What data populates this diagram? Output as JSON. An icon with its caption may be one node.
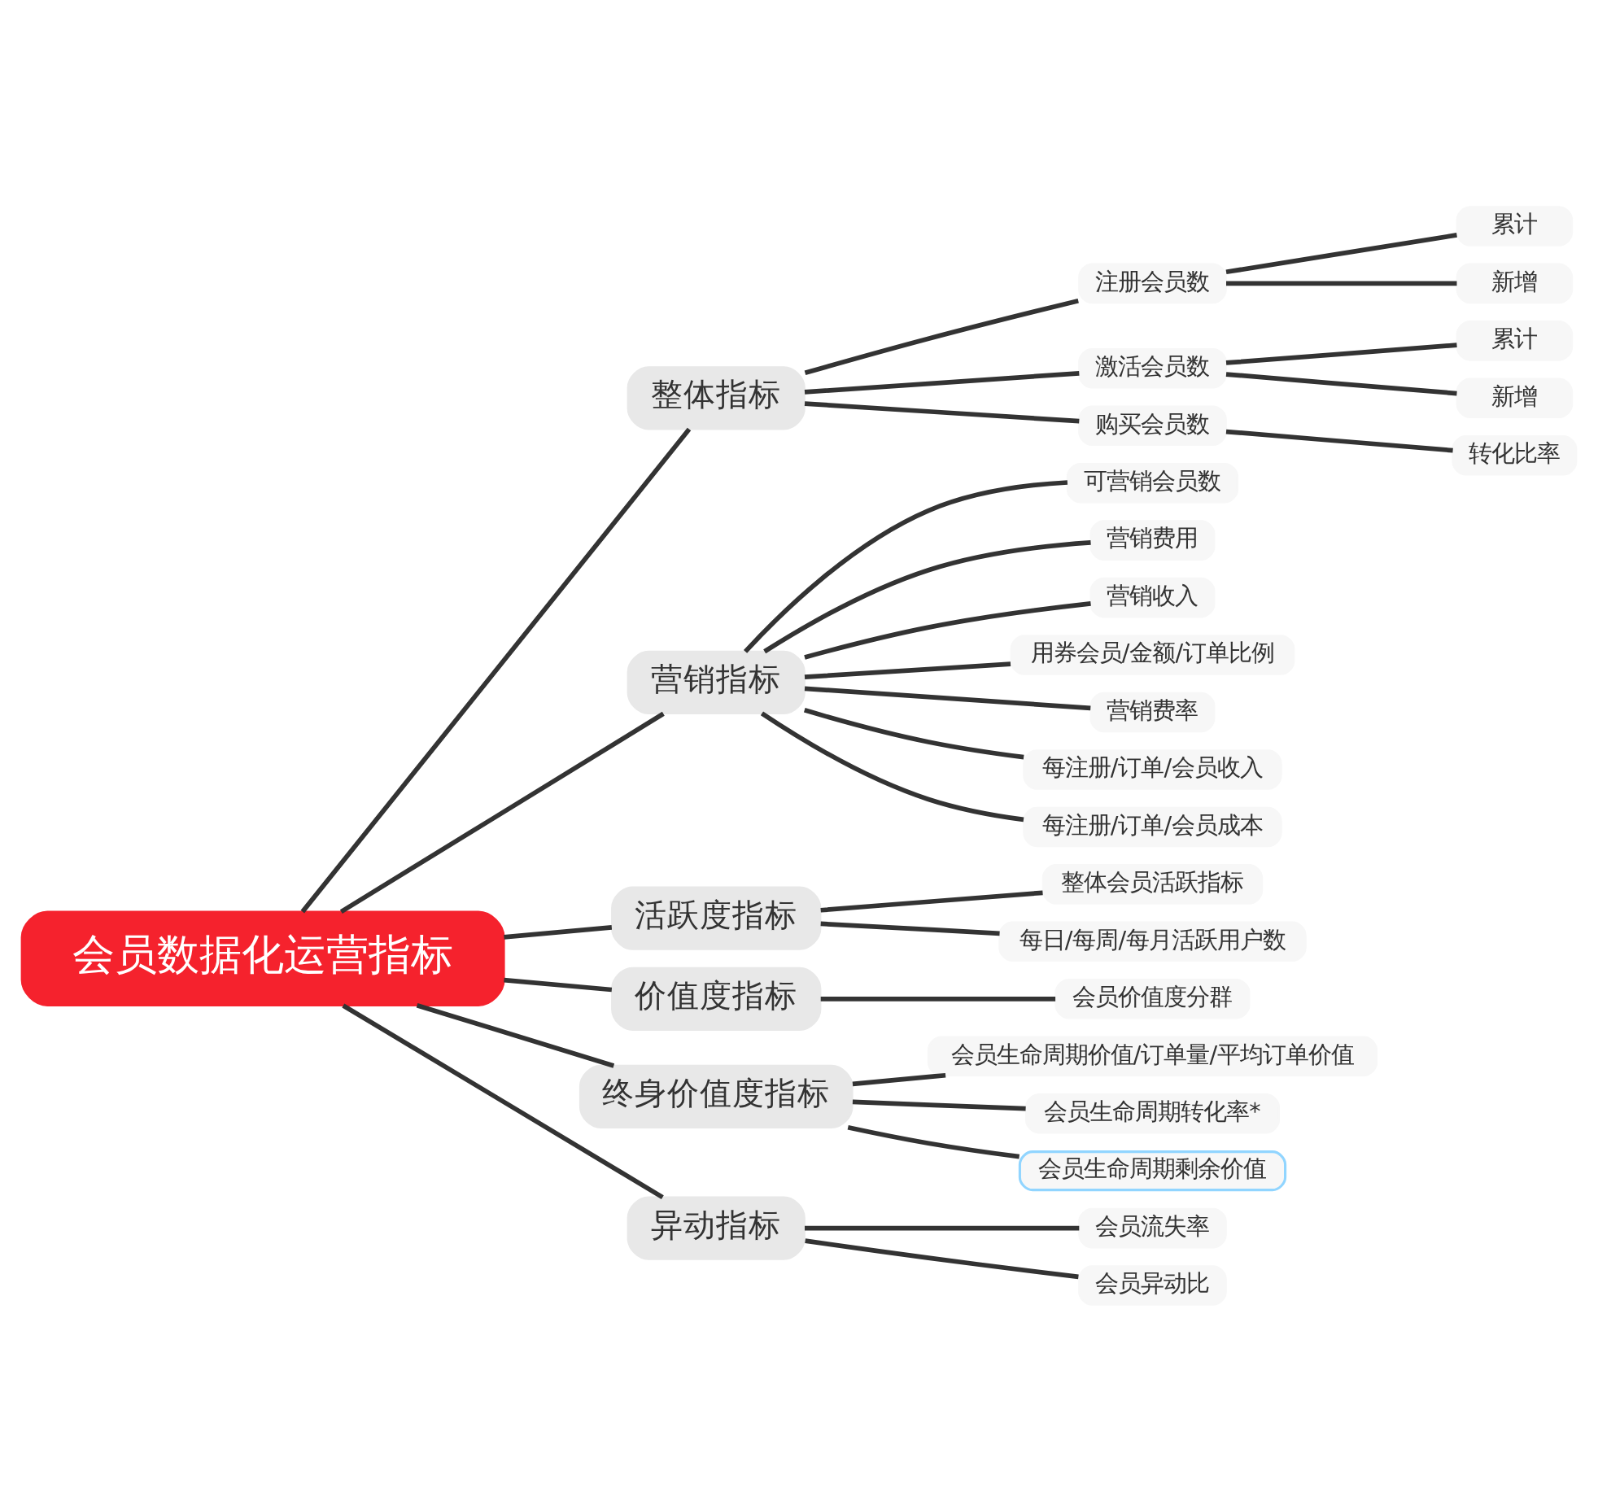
{
  "diagram": {
    "nodes": [
      {
        "text": [
          "会员数据化运营指标"
        ]
      },
      {
        "text": [
          "整体指标"
        ]
      },
      {
        "text": [
          "注册会员数"
        ]
      },
      {
        "text": [
          "累计"
        ]
      },
      {
        "text": [
          "新增"
        ]
      },
      {
        "text": [
          "激活会员数"
        ]
      },
      {
        "text": [
          "累计"
        ]
      },
      {
        "text": [
          "新增"
        ]
      },
      {
        "text": [
          "购买会员数"
        ]
      },
      {
        "text": [
          "转化比率"
        ]
      },
      {
        "text": [
          "营销指标"
        ]
      },
      {
        "text": [
          "可营销会员数"
        ]
      },
      {
        "text": [
          "营销费用"
        ]
      },
      {
        "text": [
          "营销收入"
        ]
      },
      {
        "text": [
          "用券会员/金额/订单比例"
        ]
      },
      {
        "text": [
          "营销费率"
        ]
      },
      {
        "text": [
          "每注册/订单/会员收入"
        ]
      },
      {
        "text": [
          "每注册/订单/会员成本"
        ]
      },
      {
        "text": [
          "活跃度指标"
        ]
      },
      {
        "text": [
          "整体会员活跃指标"
        ]
      },
      {
        "text": [
          "每日/每周/每月活跃用户数"
        ]
      },
      {
        "text": [
          "价值度指标"
        ]
      },
      {
        "text": [
          "会员价值度分群"
        ]
      },
      {
        "text": [
          "终身价值度指标"
        ]
      },
      {
        "text": [
          "会员生命周期价值/订单量/平均订单价值"
        ]
      },
      {
        "text": [
          "会员生命周期转化率*"
        ]
      },
      {
        "text": [
          "会员生命周期剩余价值"
        ]
      },
      {
        "text": [
          "异动指标"
        ]
      },
      {
        "text": [
          "会员流失率"
        ]
      },
      {
        "text": [
          "会员异动比"
        ]
      }
    ],
    "edges": [
      {
        "from": 0,
        "to": 1,
        "arrow": "none"
      },
      {
        "from": 1,
        "to": 2,
        "arrow": "none"
      },
      {
        "from": 2,
        "to": 3,
        "arrow": "none"
      },
      {
        "from": 2,
        "to": 4,
        "arrow": "none"
      },
      {
        "from": 1,
        "to": 5,
        "arrow": "none"
      },
      {
        "from": 5,
        "to": 6,
        "arrow": "none"
      },
      {
        "from": 5,
        "to": 7,
        "arrow": "none"
      },
      {
        "from": 1,
        "to": 8,
        "arrow": "none"
      },
      {
        "from": 8,
        "to": 9,
        "arrow": "none"
      },
      {
        "from": 0,
        "to": 10,
        "arrow": "none"
      },
      {
        "from": 10,
        "to": 11,
        "arrow": "none"
      },
      {
        "from": 10,
        "to": 12,
        "arrow": "none"
      },
      {
        "from": 10,
        "to": 13,
        "arrow": "none"
      },
      {
        "from": 10,
        "to": 14,
        "arrow": "none"
      },
      {
        "from": 10,
        "to": 15,
        "arrow": "none"
      },
      {
        "from": 10,
        "to": 16,
        "arrow": "none"
      },
      {
        "from": 10,
        "to": 17,
        "arrow": "none"
      },
      {
        "from": 0,
        "to": 18,
        "arrow": "none"
      },
      {
        "from": 18,
        "to": 19,
        "arrow": "none"
      },
      {
        "from": 18,
        "to": 20,
        "arrow": "none"
      },
      {
        "from": 0,
        "to": 21,
        "arrow": "none"
      },
      {
        "from": 21,
        "to": 22,
        "arrow": "none"
      },
      {
        "from": 0,
        "to": 23,
        "arrow": "none"
      },
      {
        "from": 23,
        "to": 24,
        "arrow": "none"
      },
      {
        "from": 23,
        "to": 25,
        "arrow": "none"
      },
      {
        "from": 23,
        "to": 26,
        "arrow": "none"
      },
      {
        "from": 0,
        "to": 27,
        "arrow": "none"
      },
      {
        "from": 27,
        "to": 28,
        "arrow": "none"
      },
      {
        "from": 27,
        "to": 29,
        "arrow": "none"
      }
    ]
  }
}
